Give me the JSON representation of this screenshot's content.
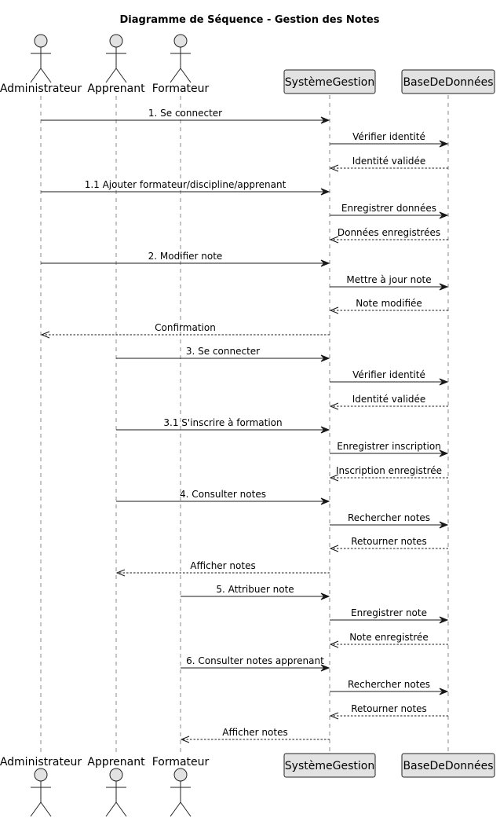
{
  "title": "Diagramme de Séquence - Gestion des Notes",
  "participants": [
    {
      "id": "admin",
      "name": "Administrateur",
      "kind": "actor"
    },
    {
      "id": "appr",
      "name": "Apprenant",
      "kind": "actor"
    },
    {
      "id": "form",
      "name": "Formateur",
      "kind": "actor"
    },
    {
      "id": "sys",
      "name": "SystèmeGestion",
      "kind": "participant"
    },
    {
      "id": "db",
      "name": "BaseDeDonnées",
      "kind": "participant"
    }
  ],
  "messages": [
    {
      "from": "admin",
      "to": "sys",
      "label": "1. Se connecter",
      "style": "solid"
    },
    {
      "from": "sys",
      "to": "db",
      "label": "Vérifier identité",
      "style": "solid"
    },
    {
      "from": "db",
      "to": "sys",
      "label": "Identité validée",
      "style": "dashed"
    },
    {
      "from": "admin",
      "to": "sys",
      "label": "1.1 Ajouter formateur/discipline/apprenant",
      "style": "solid"
    },
    {
      "from": "sys",
      "to": "db",
      "label": "Enregistrer données",
      "style": "solid"
    },
    {
      "from": "db",
      "to": "sys",
      "label": "Données enregistrées",
      "style": "dashed"
    },
    {
      "from": "admin",
      "to": "sys",
      "label": "2. Modifier note",
      "style": "solid"
    },
    {
      "from": "sys",
      "to": "db",
      "label": "Mettre à jour note",
      "style": "solid"
    },
    {
      "from": "db",
      "to": "sys",
      "label": "Note modifiée",
      "style": "dashed"
    },
    {
      "from": "sys",
      "to": "admin",
      "label": "Confirmation",
      "style": "dashed"
    },
    {
      "from": "appr",
      "to": "sys",
      "label": "3. Se connecter",
      "style": "solid"
    },
    {
      "from": "sys",
      "to": "db",
      "label": "Vérifier identité",
      "style": "solid"
    },
    {
      "from": "db",
      "to": "sys",
      "label": "Identité validée",
      "style": "dashed"
    },
    {
      "from": "appr",
      "to": "sys",
      "label": "3.1 S'inscrire à formation",
      "style": "solid"
    },
    {
      "from": "sys",
      "to": "db",
      "label": "Enregistrer inscription",
      "style": "solid"
    },
    {
      "from": "db",
      "to": "sys",
      "label": "Inscription enregistrée",
      "style": "dashed"
    },
    {
      "from": "appr",
      "to": "sys",
      "label": "4. Consulter notes",
      "style": "solid"
    },
    {
      "from": "sys",
      "to": "db",
      "label": "Rechercher notes",
      "style": "solid"
    },
    {
      "from": "db",
      "to": "sys",
      "label": "Retourner notes",
      "style": "dashed"
    },
    {
      "from": "sys",
      "to": "appr",
      "label": "Afficher notes",
      "style": "dashed"
    },
    {
      "from": "form",
      "to": "sys",
      "label": "5. Attribuer note",
      "style": "solid"
    },
    {
      "from": "sys",
      "to": "db",
      "label": "Enregistrer note",
      "style": "solid"
    },
    {
      "from": "db",
      "to": "sys",
      "label": "Note enregistrée",
      "style": "dashed"
    },
    {
      "from": "form",
      "to": "sys",
      "label": "6. Consulter notes apprenant",
      "style": "solid"
    },
    {
      "from": "sys",
      "to": "db",
      "label": "Rechercher notes",
      "style": "solid"
    },
    {
      "from": "db",
      "to": "sys",
      "label": "Retourner notes",
      "style": "dashed"
    },
    {
      "from": "sys",
      "to": "form",
      "label": "Afficher notes",
      "style": "dashed"
    }
  ]
}
